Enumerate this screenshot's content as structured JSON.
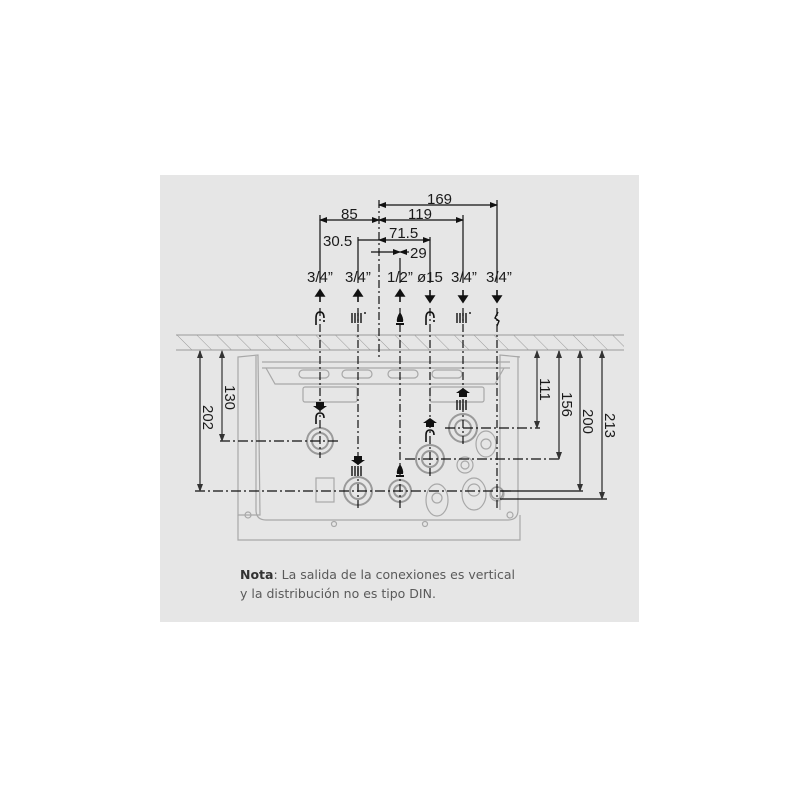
{
  "horizontal_dimensions": {
    "d169": "169",
    "d119": "119",
    "d85": "85",
    "d71_5": "71.5",
    "d30_5": "30.5",
    "d29": "29"
  },
  "vertical_dimensions": {
    "d130": "130",
    "d202": "202",
    "d111": "111",
    "d156": "156",
    "d200": "200",
    "d213": "213"
  },
  "connections": [
    {
      "size": "3/4”",
      "direction": "up",
      "icon": "hot-water-tap-icon"
    },
    {
      "size": "3/4”",
      "direction": "up",
      "icon": "radiator-icon"
    },
    {
      "size": "1/2”",
      "direction": "up",
      "icon": "gas-flame-icon"
    },
    {
      "size": "ø15",
      "direction": "down",
      "icon": "cold-water-tap-icon"
    },
    {
      "size": "3/4”",
      "direction": "down",
      "icon": "radiator-icon"
    },
    {
      "size": "3/4”",
      "direction": "down",
      "icon": "drain-icon"
    }
  ],
  "note": {
    "label": "Nota",
    "line1": ": La salida de la conexiones es vertical",
    "line2": "y la distribución no es tipo DIN."
  },
  "colors": {
    "panel_bg": "#e6e6e6",
    "line": "#111111",
    "outline": "#a8a8a8"
  }
}
